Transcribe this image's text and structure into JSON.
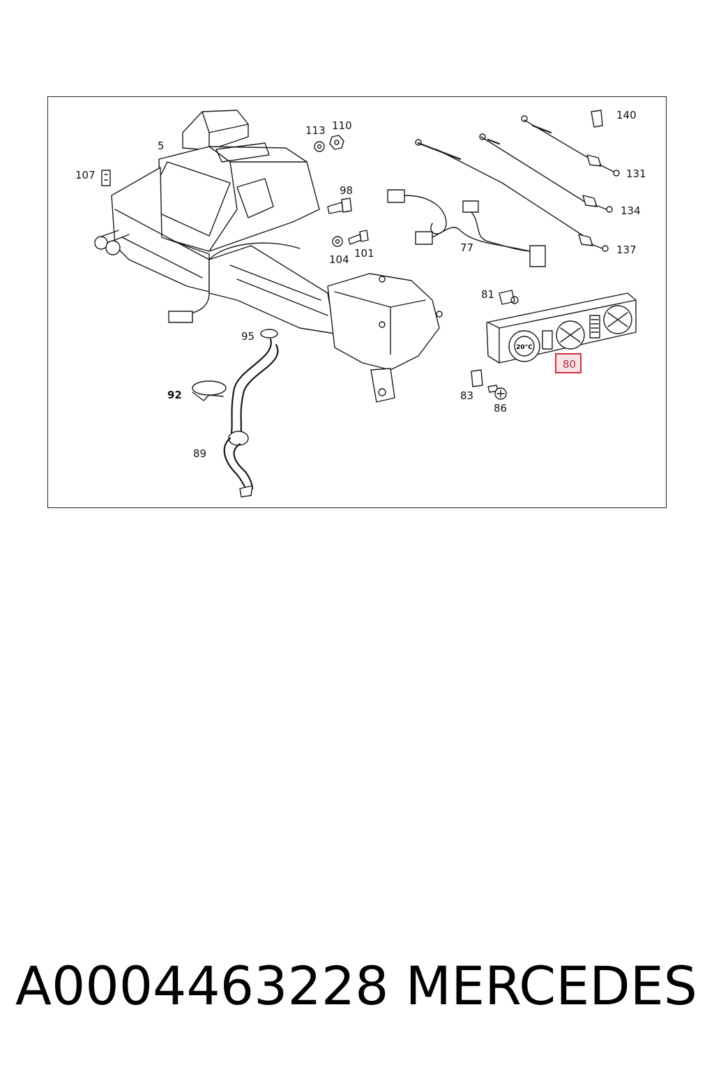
{
  "callouts": [
    {
      "id": "5",
      "text": "5"
    },
    {
      "id": "107",
      "text": "107"
    },
    {
      "id": "113",
      "text": "113"
    },
    {
      "id": "110",
      "text": "110"
    },
    {
      "id": "98",
      "text": "98"
    },
    {
      "id": "104",
      "text": "104"
    },
    {
      "id": "101",
      "text": "101"
    },
    {
      "id": "77",
      "text": "77"
    },
    {
      "id": "140",
      "text": "140"
    },
    {
      "id": "131",
      "text": "131"
    },
    {
      "id": "134",
      "text": "134"
    },
    {
      "id": "137",
      "text": "137"
    },
    {
      "id": "81",
      "text": "81"
    },
    {
      "id": "80",
      "text": "80",
      "highlighted": true
    },
    {
      "id": "83",
      "text": "83"
    },
    {
      "id": "86",
      "text": "86"
    },
    {
      "id": "95",
      "text": "95"
    },
    {
      "id": "92",
      "text": "92"
    },
    {
      "id": "89",
      "text": "89"
    }
  ],
  "panel_dial_label": "20°C",
  "highlight_color": "#d0303a",
  "footer": {
    "part_number": "A0004463228",
    "brand": "MERCEDES"
  }
}
